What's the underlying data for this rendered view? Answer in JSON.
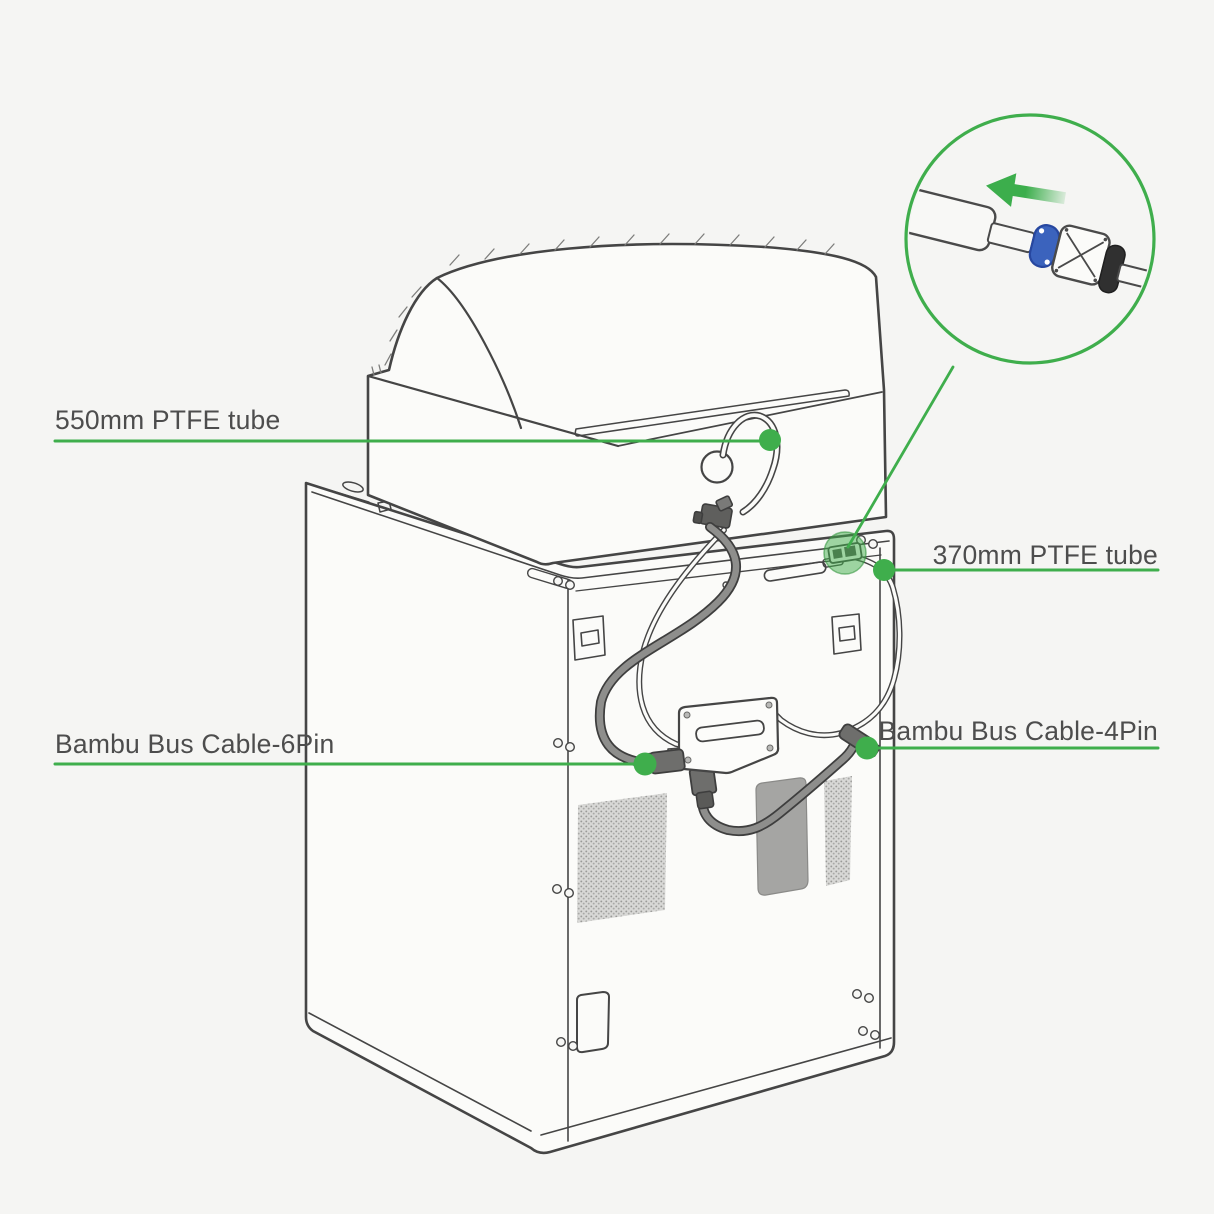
{
  "callouts": {
    "tube_550": {
      "label": "550mm PTFE tube"
    },
    "tube_370": {
      "label": "370mm PTFE tube"
    },
    "cable_6pin": {
      "label": "Bambu Bus Cable-6Pin"
    },
    "cable_4pin": {
      "label": "Bambu Bus Cable-4Pin"
    }
  },
  "inset": {
    "arrow_direction": "left",
    "depicts": "ptfe-tube-connector-insertion"
  },
  "colors": {
    "background": "#f5f5f3",
    "accent_green": "#3fae4c",
    "highlight_green": "rgba(63,173,74,0.5)",
    "line_dark": "#454545",
    "panel_white": "#fbfbf9",
    "cable_gray": "#8e8e8c",
    "connector_gray": "#6e6e6c",
    "vent_base": "#d8d8d6",
    "vent_dot": "#9a9a98",
    "dark_cover": "#a5a5a3",
    "collet_blue": "#3b63bd",
    "ring_black": "#303030",
    "label_text": "#4d4d4d"
  }
}
